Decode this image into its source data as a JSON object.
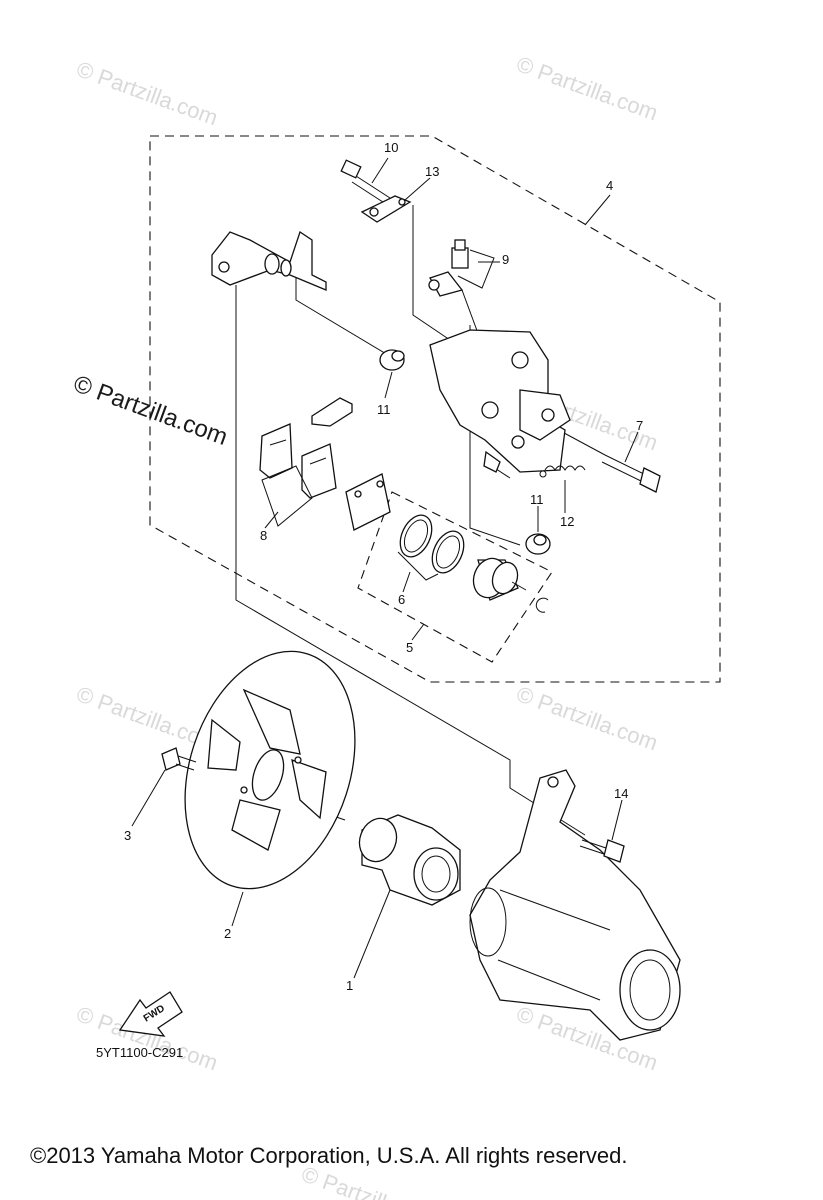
{
  "watermarks": {
    "brand": "© Partzilla.com",
    "tiles": [
      "© Partzilla.com",
      "© Partzilla.com",
      "© Partzilla.com",
      "© Partzilla.com",
      "© Partzilla.com",
      "© Partzilla.com",
      "© Partzilla.com",
      "© Partzilla.com"
    ]
  },
  "callouts": {
    "c1": "1",
    "c2": "2",
    "c3": "3",
    "c4": "4",
    "c5": "5",
    "c6": "6",
    "c7": "7",
    "c8": "8",
    "c9": "9",
    "c10": "10",
    "c11a": "11",
    "c11b": "11",
    "c12": "12",
    "c13": "13",
    "c14": "14"
  },
  "fwd_label": "FWD",
  "diagram_code": "5YT1100-C291",
  "copyright": "©2013  Yamaha Motor Corporation, U.S.A. All rights reserved.",
  "colors": {
    "line": "#111111",
    "watermark": "#d9d9d9",
    "background": "#ffffff"
  }
}
